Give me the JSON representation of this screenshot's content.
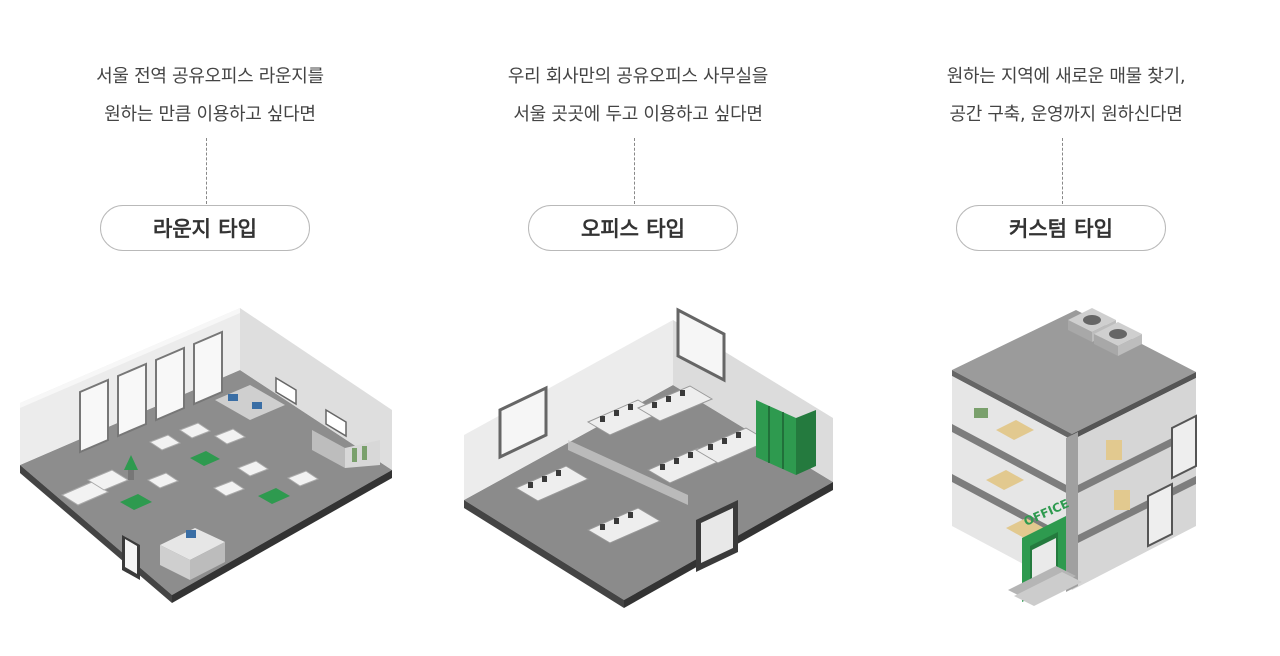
{
  "types": [
    {
      "description": [
        "서울 전역 공유오피스 라운지를",
        "원하는 만큼 이용하고 싶다면"
      ],
      "label": "라운지 타입",
      "illustration_icon": "lounge-illustration"
    },
    {
      "description": [
        "우리 회사만의 공유오피스 사무실을",
        "서울 곳곳에 두고 이용하고 싶다면"
      ],
      "label": "오피스 타입",
      "illustration_icon": "office-illustration"
    },
    {
      "description": [
        "원하는 지역에 새로운 매물 찾기,",
        "공간 구축, 운영까지 원하신다면"
      ],
      "label": "커스텀 타입",
      "illustration_icon": "custom-building-illustration"
    }
  ],
  "building_sign": "OFFICE",
  "colors": {
    "accent_green": "#2e9a4f",
    "floor_gray": "#8a8a8a",
    "wall_light": "#e9e9e9",
    "pill_border": "#b9b9b9"
  }
}
